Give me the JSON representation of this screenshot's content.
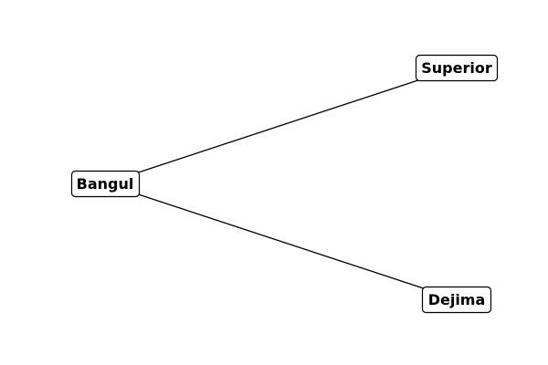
{
  "diagram": {
    "nodes": {
      "bangul": "Bangul",
      "superior": "Superior",
      "dejima": "Dejima"
    },
    "edges": [
      {
        "from": "Bangul",
        "to": "Superior"
      },
      {
        "from": "Bangul",
        "to": "Dejima"
      }
    ],
    "colors": {
      "line": "#000000",
      "node_fill": "#ffffff",
      "text": "#000000"
    }
  }
}
